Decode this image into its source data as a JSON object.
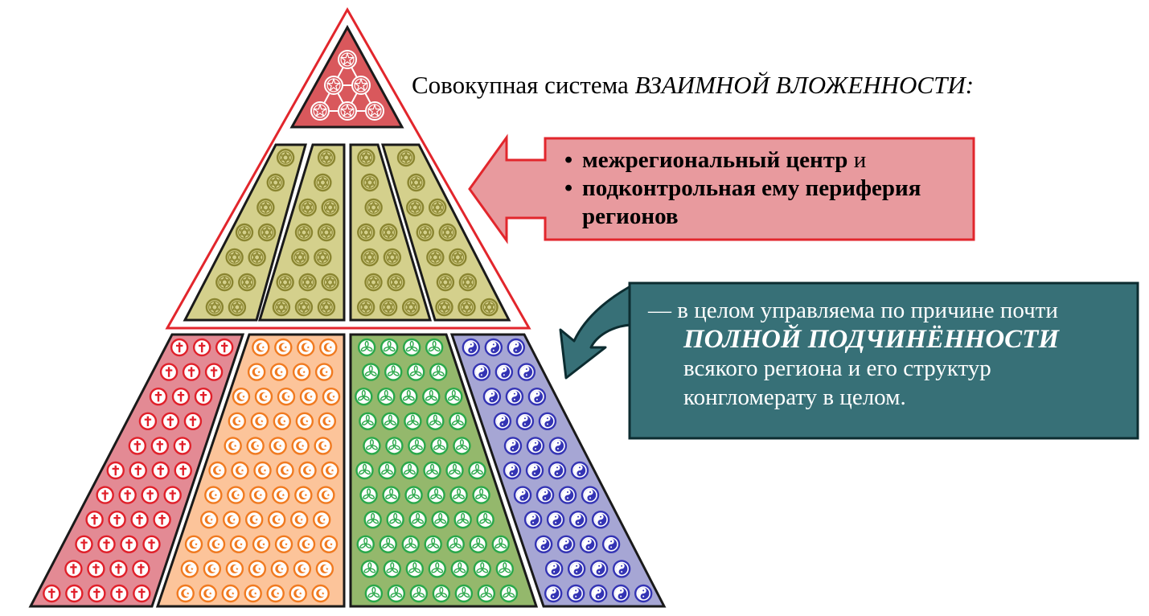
{
  "caption": {
    "text": "Совокупная система ",
    "emphasis": "ВЗАИМНОЙ ВЛОЖЕННОСТИ:"
  },
  "callout_top": {
    "item1_bold": "межрегиональный центр",
    "item1_rest": " и",
    "item2_bold": "подконтрольная ему периферия регионов"
  },
  "callout_bottom": {
    "line1": "— в целом управляема по причине почти",
    "emphasis": "ПОЛНОЙ ПОДЧИНЁННОСТИ",
    "line3": "всякого региона и его структур",
    "line4": "конгломерату в целом."
  },
  "colors": {
    "pyramid_outline": "#e2262c",
    "apex_fill": "#d9585c",
    "apex_icon": "#ffffff",
    "upper_fill": "#d4d08c",
    "upper_icon_stroke": "#8a8530",
    "stripe_red_fill": "#e38a94",
    "stripe_red_icon": "#e0202a",
    "stripe_orange_fill": "#fcc49a",
    "stripe_orange_icon": "#f07a20",
    "stripe_green_fill": "#94b86c",
    "stripe_green_icon": "#2aa84a",
    "stripe_blue_fill": "#a6a6d4",
    "stripe_blue_icon": "#3434b4",
    "callout_top_fill": "#e89a9e",
    "callout_top_stroke": "#e2262c",
    "callout_bottom_fill": "#377077",
    "callout_bottom_stroke": "#0c2c30"
  },
  "icons": {
    "apex": "pentagram-icon",
    "upper": "star-of-david-icon",
    "red": "cross-icon",
    "orange": "crescent-icon",
    "green": "triple-leaf-icon",
    "blue": "yin-yang-icon"
  }
}
